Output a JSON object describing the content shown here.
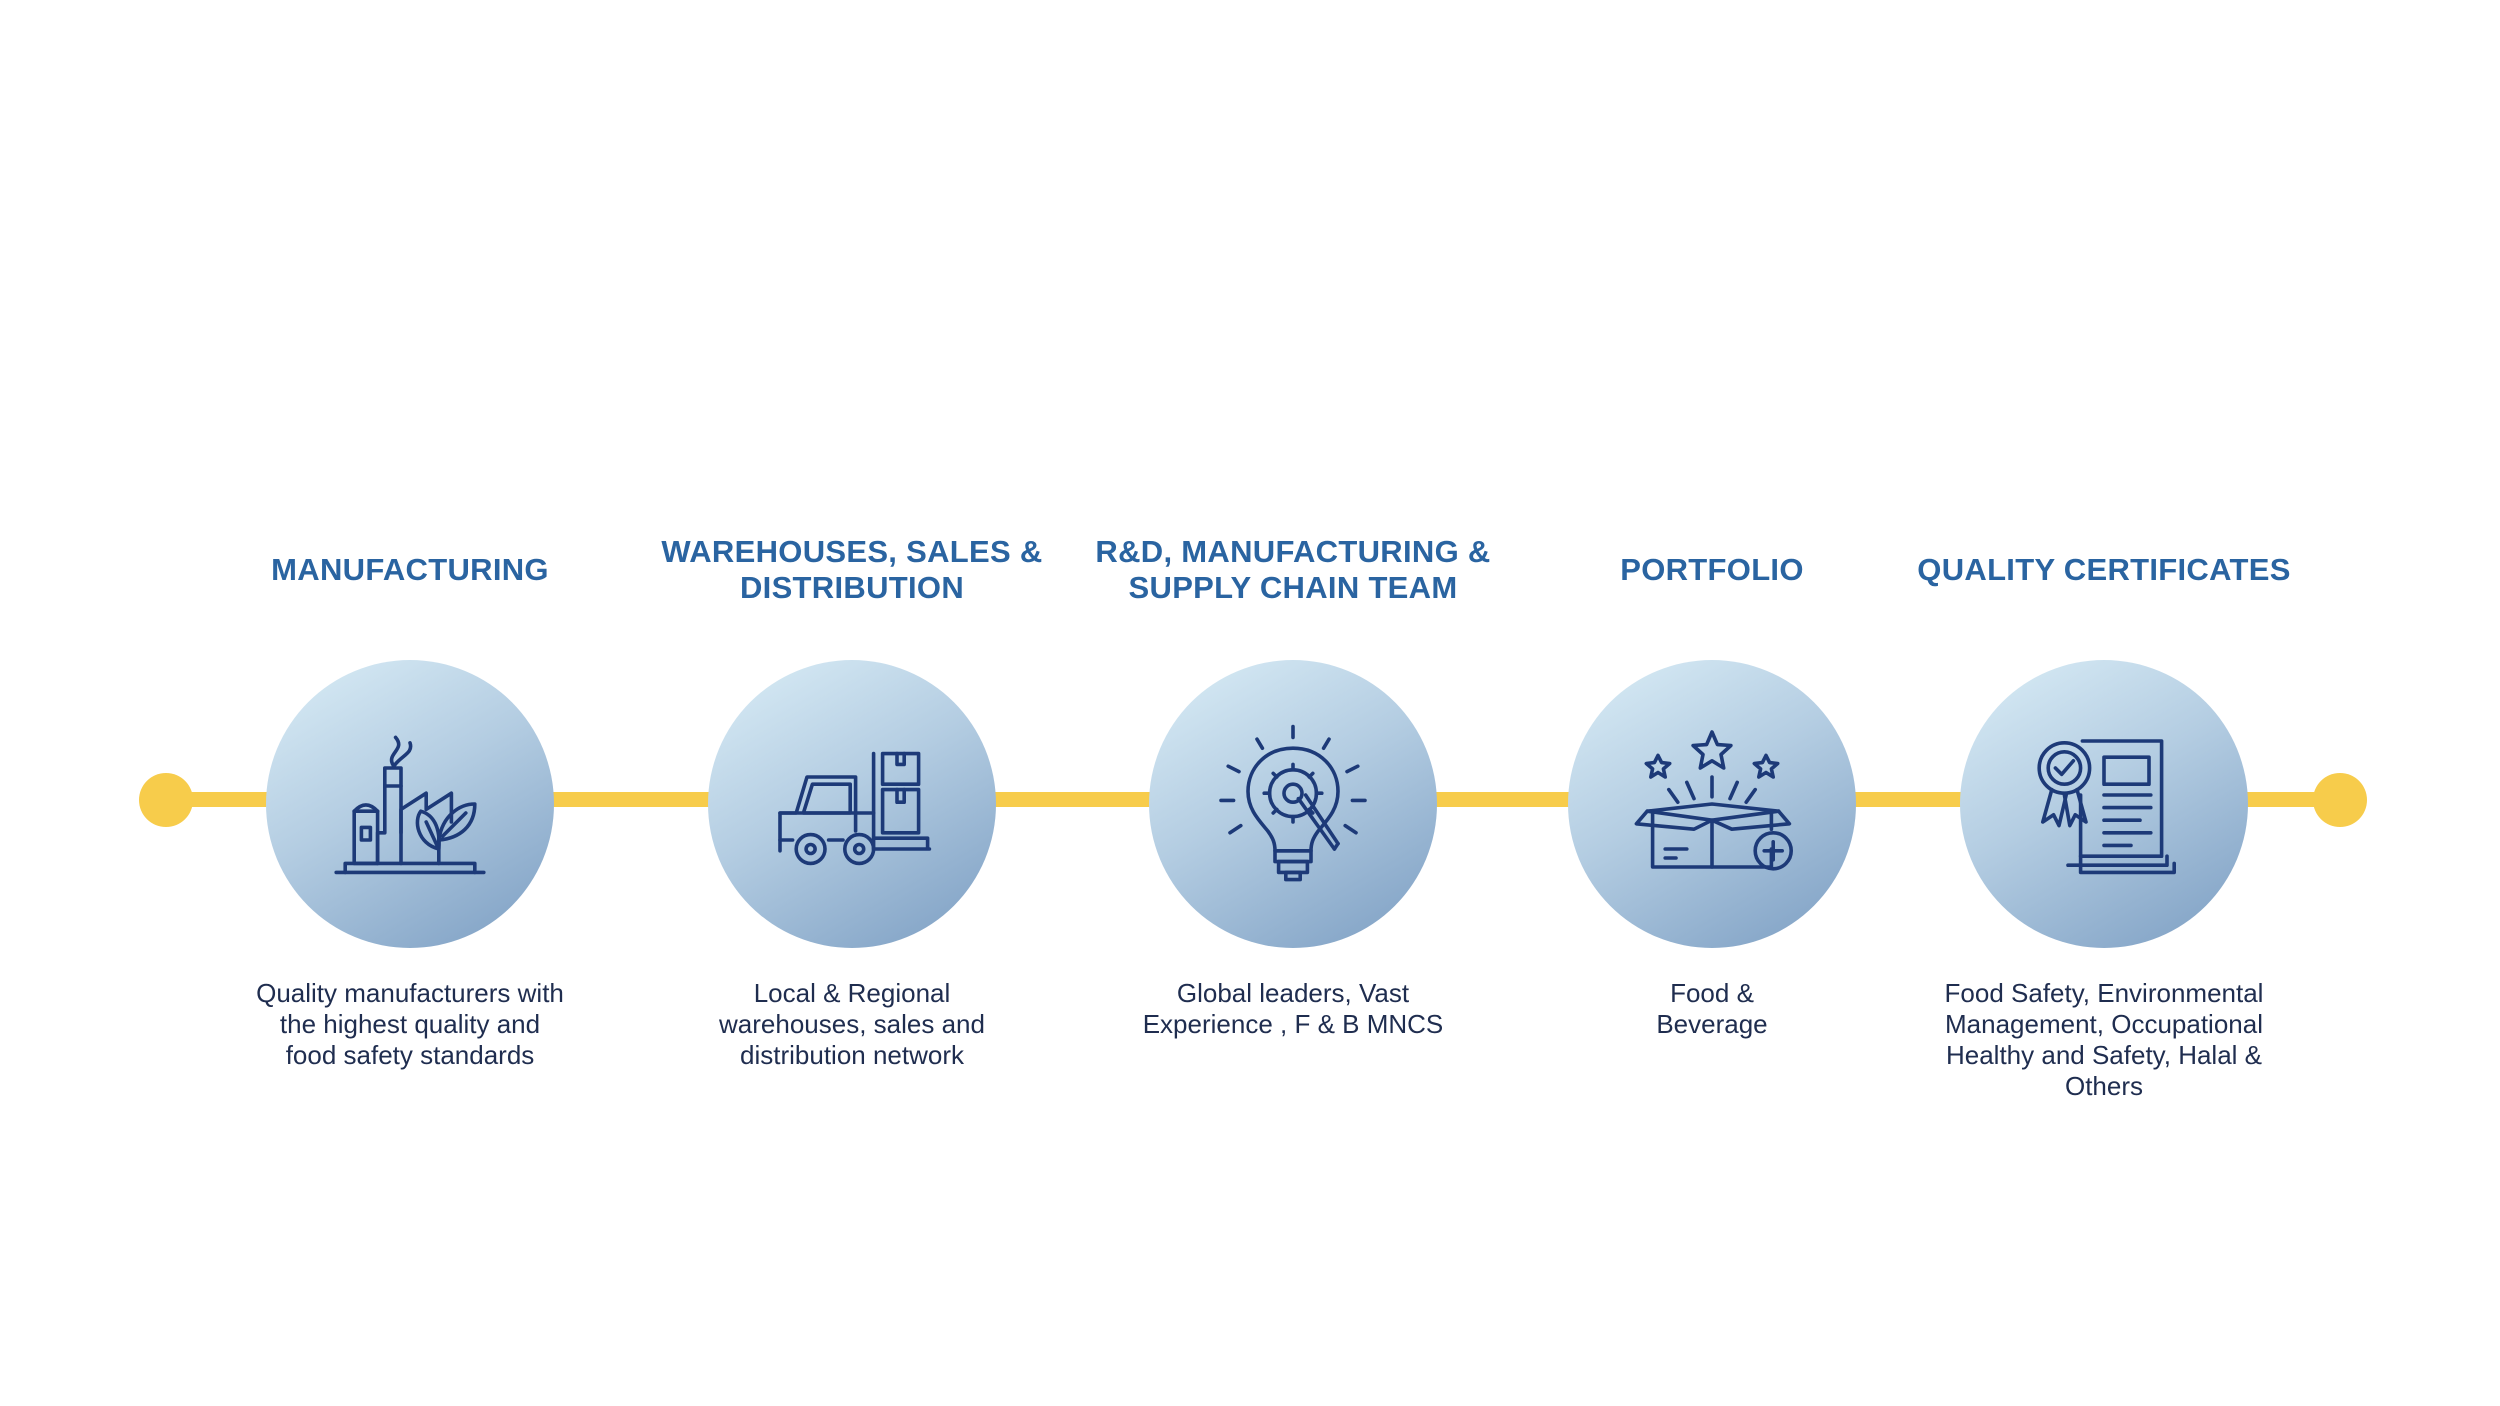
{
  "steps": [
    {
      "title": "MANUFACTURING",
      "icon": "factory-icon",
      "description": [
        "Quality manufacturers with",
        "the highest quality and",
        "food safety standards"
      ]
    },
    {
      "title": "WAREHOUSES, SALES & DISTRIBUTION",
      "icon": "forklift-icon",
      "description": [
        "Local & Regional",
        "warehouses, sales and",
        "distribution network"
      ]
    },
    {
      "title": "R&D, MANUFACTURING & SUPPLY CHAIN TEAM",
      "icon": "lightbulb-gear-icon",
      "description": [
        "Global leaders, Vast",
        "Experience , F & B MNCS"
      ]
    },
    {
      "title": "PORTFOLIO",
      "icon": "box-stars-icon",
      "description": [
        "Food &",
        "Beverage"
      ]
    },
    {
      "title": "QUALITY CERTIFICATES",
      "icon": "certificate-icon",
      "description": [
        "Food Safety, Environmental",
        "Management, Occupational",
        "Healthy and Safety, Halal &",
        "Others"
      ]
    }
  ],
  "colors": {
    "title": "#2a64a1",
    "text": "#1f2d4f",
    "timeline": "#f7cc4b",
    "icon": "#1d3a78"
  }
}
